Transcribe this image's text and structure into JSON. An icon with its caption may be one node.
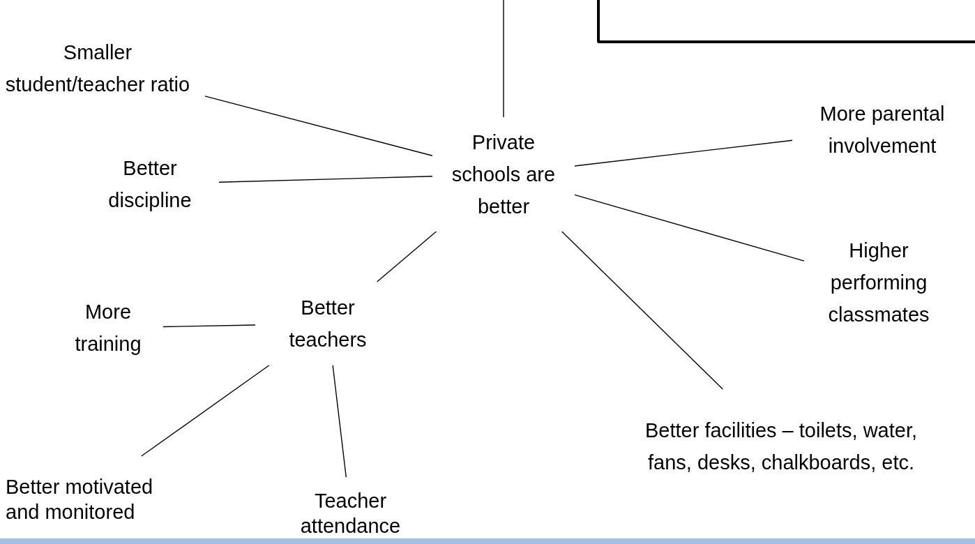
{
  "diagram": {
    "nodes": [
      {
        "text": [
          "Private schools are better"
        ]
      },
      {
        "text": [
          "Smaller student/teacher ratio"
        ]
      },
      {
        "text": [
          "Better discipline"
        ]
      },
      {
        "text": [
          "More parental involvement"
        ]
      },
      {
        "text": [
          "Higher performing classmates"
        ]
      },
      {
        "text": [
          "Better teachers"
        ]
      },
      {
        "text": [
          "More training"
        ]
      },
      {
        "text": [
          "Better facilities – toilets, water, fans, desks, chalkboards, etc."
        ]
      },
      {
        "text": [
          "Better motivated and monitored"
        ]
      },
      {
        "text": [
          "Teacher attendance"
        ]
      },
      {
        "text": [],
        "shape": "box"
      }
    ],
    "edges": [
      {
        "from": 0,
        "to": null,
        "arrow": "none"
      },
      {
        "from": 0,
        "to": 1,
        "arrow": "none"
      },
      {
        "from": 0,
        "to": 2,
        "arrow": "none"
      },
      {
        "from": 0,
        "to": 3,
        "arrow": "none"
      },
      {
        "from": 0,
        "to": 4,
        "arrow": "none"
      },
      {
        "from": 0,
        "to": 7,
        "arrow": "none"
      },
      {
        "from": 0,
        "to": 5,
        "arrow": "none"
      },
      {
        "from": 5,
        "to": 6,
        "arrow": "none"
      },
      {
        "from": 5,
        "to": 8,
        "arrow": "none"
      },
      {
        "from": 5,
        "to": 9,
        "arrow": "none"
      }
    ]
  }
}
